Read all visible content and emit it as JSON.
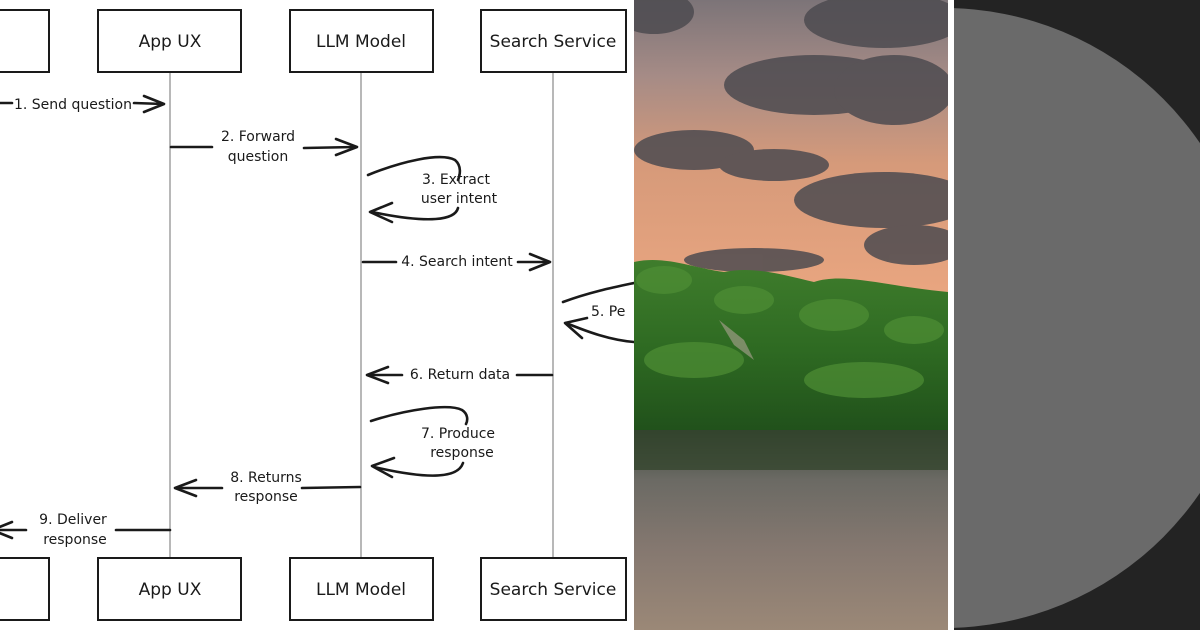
{
  "diagram": {
    "actors": [
      {
        "id": "user",
        "label": ""
      },
      {
        "id": "app",
        "label": "App UX"
      },
      {
        "id": "llm",
        "label": "LLM Model"
      },
      {
        "id": "search",
        "label": "Search Service"
      }
    ],
    "messages": [
      {
        "step": "1",
        "lines": [
          "1. Send question"
        ]
      },
      {
        "step": "2",
        "lines": [
          "2. Forward",
          "question"
        ]
      },
      {
        "step": "3",
        "lines": [
          "3. Extract",
          "user intent"
        ]
      },
      {
        "step": "4",
        "lines": [
          "4. Search intent"
        ]
      },
      {
        "step": "5",
        "lines": [
          "5. Pe"
        ]
      },
      {
        "step": "6",
        "lines": [
          "6. Return data"
        ]
      },
      {
        "step": "7",
        "lines": [
          "7. Produce",
          "response"
        ]
      },
      {
        "step": "8",
        "lines": [
          "8. Returns",
          "response"
        ]
      },
      {
        "step": "9",
        "lines": [
          "9. Deliver",
          "response"
        ]
      }
    ]
  },
  "photo": {
    "subject": "sunset-river-jungle-image"
  },
  "dark_panel": {
    "shape": "gray-circle"
  },
  "colors": {
    "ink": "#1a1a1a",
    "lifeline": "#9a9a9a",
    "dark_bg": "#232323",
    "circle": "#6a6a6a"
  }
}
